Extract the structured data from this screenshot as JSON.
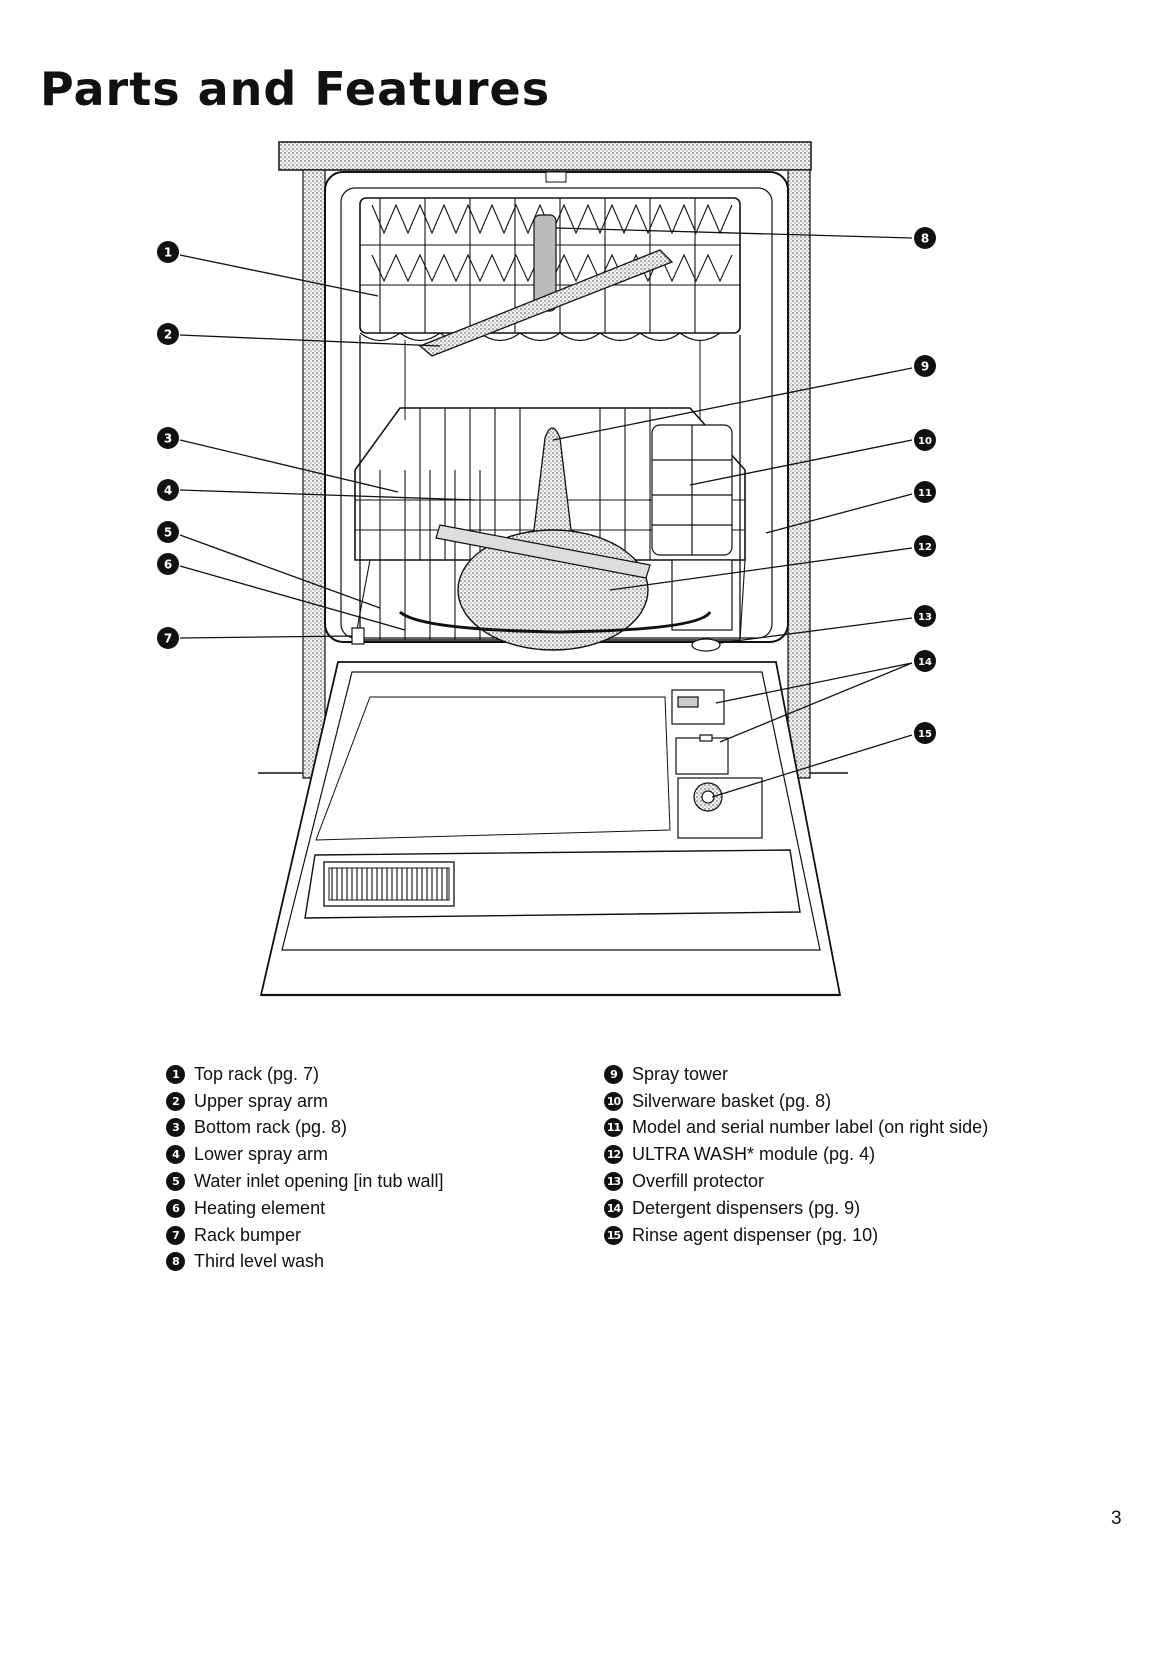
{
  "page": {
    "title": "Parts and Features",
    "page_number": "3"
  },
  "callouts": [
    "1",
    "2",
    "3",
    "4",
    "5",
    "6",
    "7",
    "8",
    "9",
    "10",
    "11",
    "12",
    "13",
    "14",
    "15"
  ],
  "legend_left": [
    {
      "num": "1",
      "text": "Top rack (pg. 7)"
    },
    {
      "num": "2",
      "text": "Upper spray arm"
    },
    {
      "num": "3",
      "text": "Bottom rack (pg. 8)"
    },
    {
      "num": "4",
      "text": "Lower spray arm"
    },
    {
      "num": "5",
      "text": "Water inlet opening [in tub wall]"
    },
    {
      "num": "6",
      "text": "Heating element"
    },
    {
      "num": "7",
      "text": "Rack bumper"
    },
    {
      "num": "8",
      "text": "Third level wash"
    }
  ],
  "legend_right": [
    {
      "num": "9",
      "text": "Spray tower"
    },
    {
      "num": "10",
      "text": "Silverware basket (pg. 8)"
    },
    {
      "num": "11",
      "text": "Model and serial number label (on right side)"
    },
    {
      "num": "12",
      "text": "ULTRA WASH* module (pg. 4)"
    },
    {
      "num": "13",
      "text": "Overfill protector"
    },
    {
      "num": "14",
      "text": "Detergent dispensers (pg. 9)"
    },
    {
      "num": "15",
      "text": "Rinse agent dispenser (pg. 10)"
    }
  ],
  "colors": {
    "ink": "#111111",
    "paper": "#ffffff",
    "shade": "#cfcfcf"
  }
}
